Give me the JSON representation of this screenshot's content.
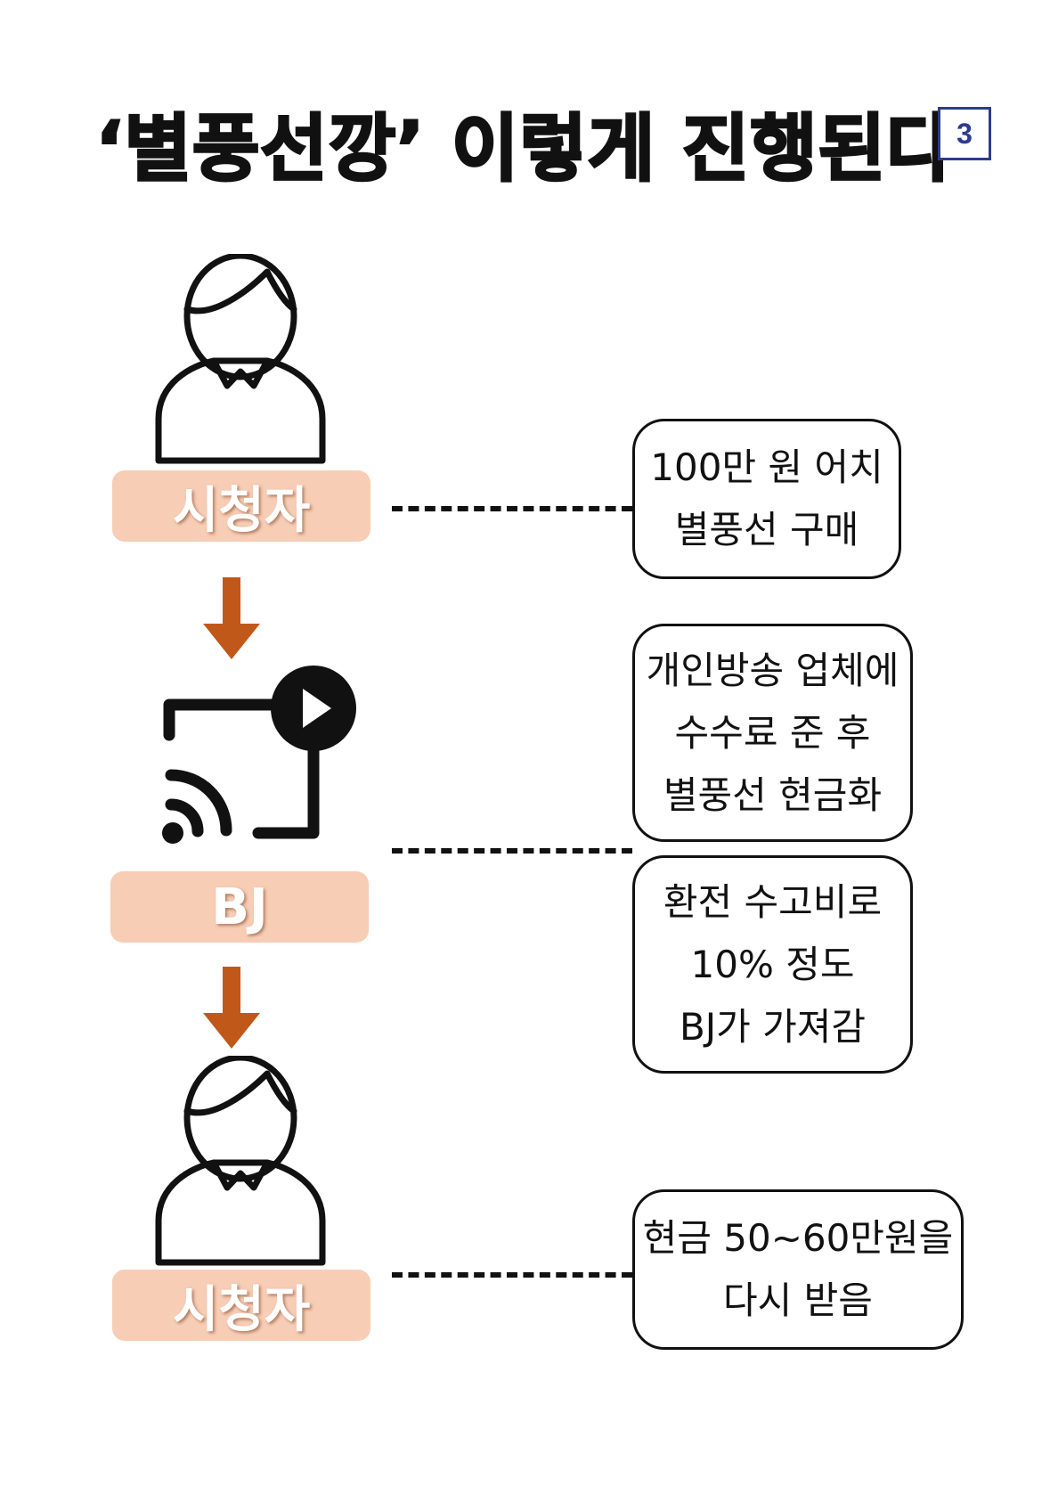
{
  "title": "‘별풍선깡’ 이렇게 진행된다",
  "page_number": "3",
  "steps": [
    {
      "label": "시청자",
      "icon": "user-icon"
    },
    {
      "label": "BJ",
      "icon": "broadcast-icon"
    },
    {
      "label": "시청자",
      "icon": "user-icon"
    }
  ],
  "notes": [
    {
      "line1": "100만 원 어치",
      "line2": "별풍선 구매"
    },
    {
      "line1": "개인방송 업체에",
      "line2": "수수료 준 후",
      "line3": "별풍선 현금화"
    },
    {
      "line1": "환전 수고비로",
      "line2": "10% 정도",
      "line3": "BJ가 가져감"
    },
    {
      "line1": "현금 50~60만원을",
      "line2": "다시 받음"
    }
  ],
  "colors": {
    "label_bg": "#f7cdb5",
    "arrow": "#c0581a",
    "badge": "#2b3b8f"
  }
}
